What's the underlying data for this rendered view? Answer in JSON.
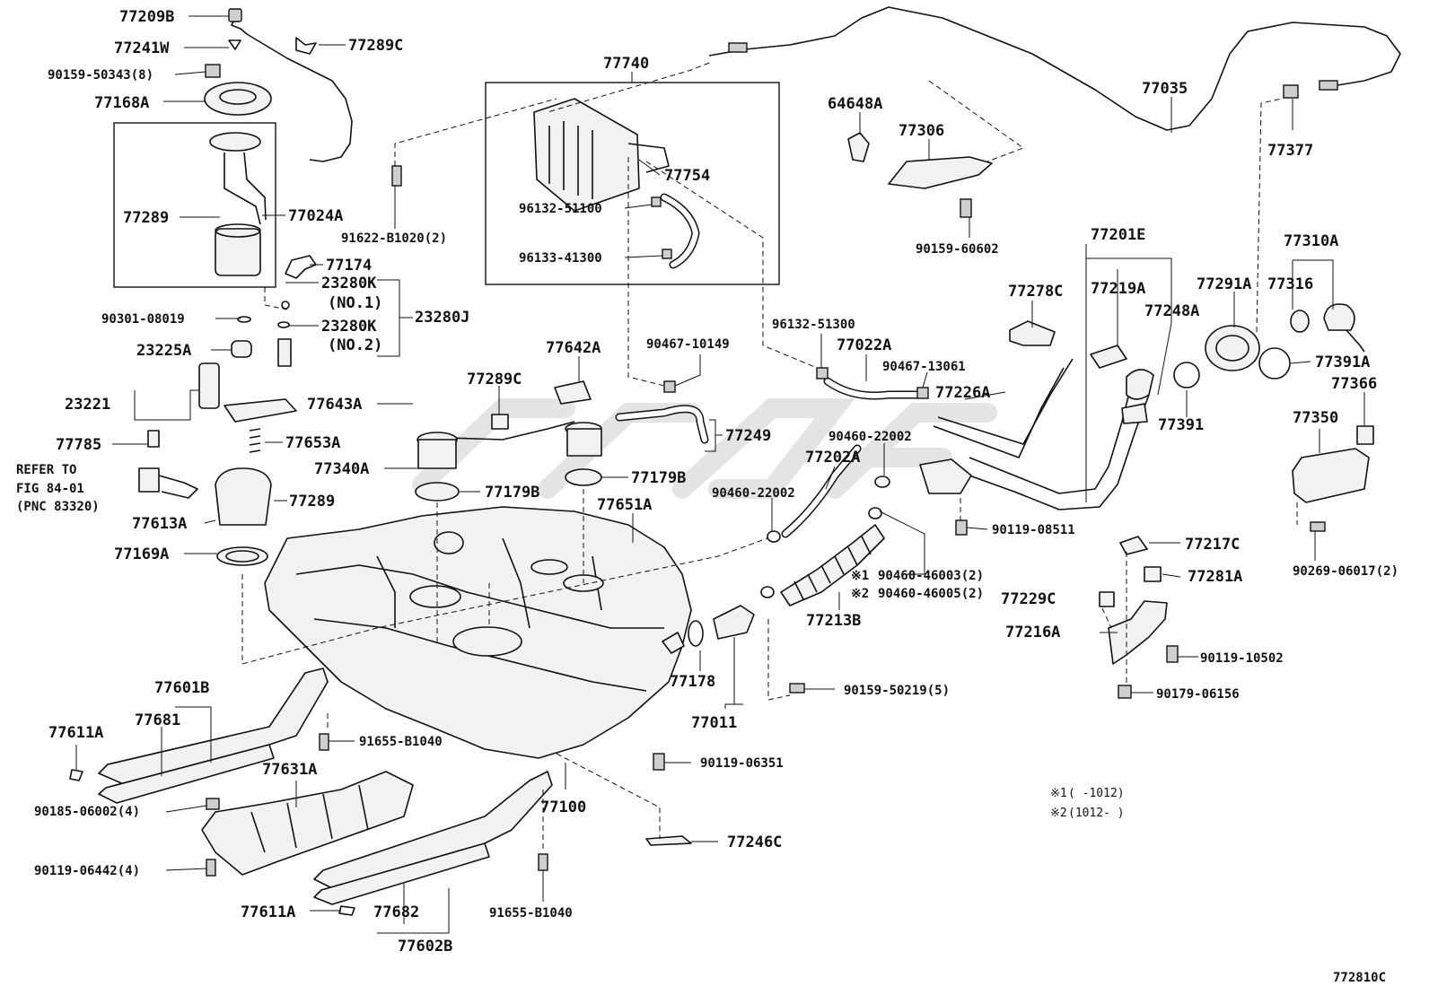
{
  "diagram": {
    "figure_code": "772810C",
    "notes": [
      {
        "mark": "※1",
        "text": "( -1012)"
      },
      {
        "mark": "※2",
        "text": "(1012- )"
      }
    ],
    "refer": [
      "REFER TO",
      "FIG 84-01",
      "(PNC 83320)"
    ],
    "labels": {
      "p77209B": "77209B",
      "p77241W": "77241W",
      "p90159_50343": "90159-50343(8)",
      "p77168A": "77168A",
      "p77289C_top": "77289C",
      "p77289_a": "77289",
      "p77024A": "77024A",
      "p77174": "77174",
      "p23280K_1": "23280K",
      "p23280K_1n": "(NO.1)",
      "p90301": "90301-08019",
      "p23280K_2": "23280K",
      "p23280K_2n": "(NO.2)",
      "p23280J": "23280J",
      "p23225A": "23225A",
      "p23221": "23221",
      "p77785": "77785",
      "p77613A": "77613A",
      "p77289_b": "77289",
      "p77653A": "77653A",
      "p77643A": "77643A",
      "p77340A": "77340A",
      "p77179B_l": "77179B",
      "p77169A": "77169A",
      "p77740": "77740",
      "p77754": "77754",
      "p96132_51100": "96132-51100",
      "p96133_41300": "96133-41300",
      "p91622": "91622-B1020(2)",
      "p77289C_mid": "77289C",
      "p77642A": "77642A",
      "p90467_10149": "90467-10149",
      "p77249": "77249",
      "p77179B_r": "77179B",
      "p77651A": "77651A",
      "p64648A": "64648A",
      "p77306": "77306",
      "p90159_60602": "90159-60602",
      "p77035": "77035",
      "p77377": "77377",
      "p96132_51300": "96132-51300",
      "p77022A": "77022A",
      "p90467_13061": "90467-13061",
      "p90460_22002_a": "90460-22002",
      "p77202A": "77202A",
      "p90460_22002_b": "90460-22002",
      "p77201E": "77201E",
      "p77278C": "77278C",
      "p77219A": "77219A",
      "p77226A": "77226A",
      "p77291A": "77291A",
      "p77316": "77316",
      "p77310A": "77310A",
      "p77248A": "77248A",
      "p77391A": "77391A",
      "p77391": "77391",
      "p77366": "77366",
      "p77350": "77350",
      "p90119_08511": "90119-08511",
      "p90460_46003": "90460-46003(2)",
      "p90460_46005": "90460-46005(2)",
      "p77213B": "77213B",
      "p77217C": "77217C",
      "p77281A": "77281A",
      "p77229C": "77229C",
      "p77216A": "77216A",
      "p90269": "90269-06017(2)",
      "p90119_10502": "90119-10502",
      "p90179_06156": "90179-06156",
      "p77178": "77178",
      "p77011": "77011",
      "p90159_50219": "90159-50219(5)",
      "p77601B": "77601B",
      "p77681": "77681",
      "p77611A_top": "77611A",
      "p91655_top": "91655-B1040",
      "p77631A": "77631A",
      "p90185": "90185-06002(4)",
      "p90119_06442": "90119-06442(4)",
      "p90119_06351": "90119-06351",
      "p77100": "77100",
      "p77246C": "77246C",
      "p77611A_bot": "77611A",
      "p77682": "77682",
      "p77602B": "77602B",
      "p91655_bot": "91655-B1040"
    }
  }
}
